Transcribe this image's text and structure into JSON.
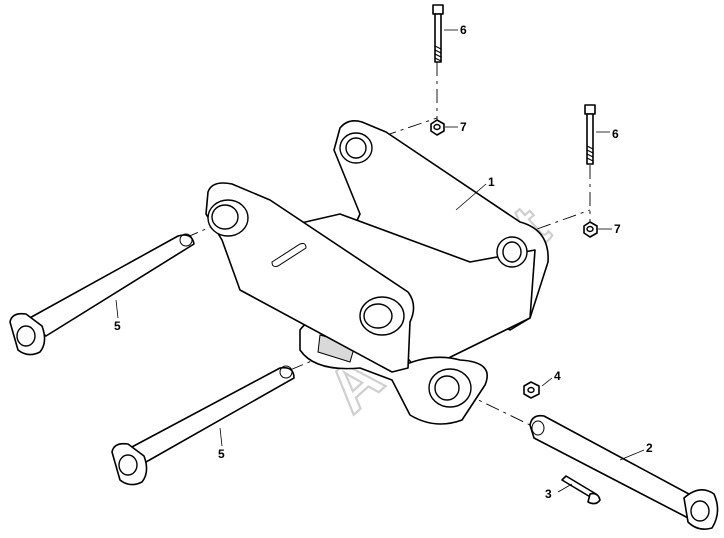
{
  "diagram": {
    "callouts": {
      "bracket": "1",
      "pin_right": "2",
      "cotter_pin": "3",
      "nut_small": "4",
      "pin_left_upper": "5",
      "pin_left_lower": "5",
      "bolt_left": "6",
      "bolt_right": "6",
      "nut_left": "7",
      "nut_right": "7"
    },
    "watermark": "AutoSoft"
  }
}
